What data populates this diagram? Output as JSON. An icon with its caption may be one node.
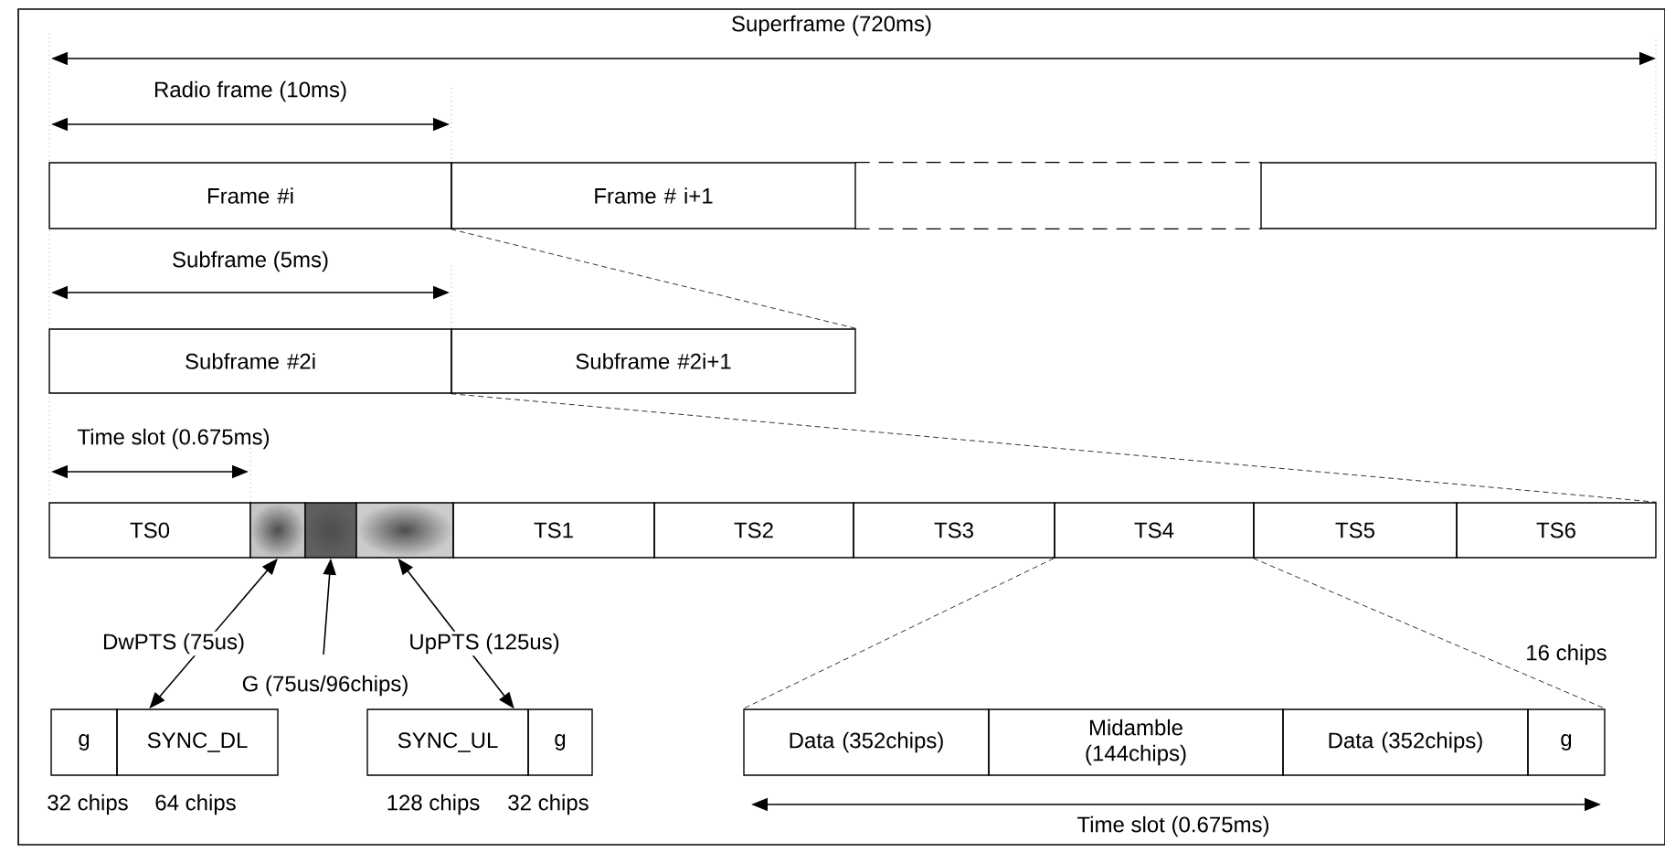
{
  "diagram": {
    "nodes": [
      {
        "text": [
          "Frame #i"
        ]
      },
      {
        "text": [
          "Frame # i+1"
        ]
      },
      {
        "text": [],
        "shape": "box"
      },
      {
        "text": [],
        "shape": "box"
      },
      {
        "text": [
          "Subframe #2i"
        ]
      },
      {
        "text": [
          "Subframe #2i+1"
        ]
      },
      {
        "text": [
          "TS0"
        ]
      },
      {
        "text": [],
        "shape": "box"
      },
      {
        "text": [],
        "shape": "box"
      },
      {
        "text": [],
        "shape": "box"
      },
      {
        "text": [
          "TS1"
        ]
      },
      {
        "text": [
          "TS2"
        ]
      },
      {
        "text": [
          "TS3"
        ]
      },
      {
        "text": [
          "TS4"
        ]
      },
      {
        "text": [
          "TS5"
        ]
      },
      {
        "text": [
          "TS6"
        ]
      },
      {
        "text": [
          "g"
        ]
      },
      {
        "text": [
          "SYNC_DL"
        ]
      },
      {
        "text": [
          "SYNC_UL"
        ]
      },
      {
        "text": [
          "g"
        ]
      },
      {
        "text": [
          "Data (352chips)"
        ]
      },
      {
        "text": [
          "Midamble (144chips)"
        ]
      },
      {
        "text": [
          "Data (352chips)"
        ]
      },
      {
        "text": [
          "g"
        ]
      }
    ],
    "edges": [
      {
        "from": 7,
        "to": 17,
        "arrow": "both",
        "label": "DwPTS (75us)"
      },
      {
        "from": null,
        "to": 8,
        "arrow": "to",
        "label": "G (75us/96chips)"
      },
      {
        "from": 9,
        "to": 18,
        "arrow": "both",
        "label": "UpPTS (125us)"
      },
      {
        "from": 1,
        "to": 5,
        "arrow": "none",
        "style": "dashed"
      },
      {
        "from": 5,
        "to": 15,
        "arrow": "none",
        "style": "dashed"
      },
      {
        "from": 13,
        "to": 20,
        "arrow": "none",
        "style": "dashed"
      },
      {
        "from": 14,
        "to": 23,
        "arrow": "none",
        "style": "dashed",
        "label": "16 chips"
      }
    ],
    "labels": [
      "Superframe (720ms)",
      "Radio frame (10ms)",
      "Subframe (5ms)",
      "Time slot (0.675ms)",
      "32 chips",
      "64 chips",
      "128 chips",
      "32 chips",
      "Time slot (0.675ms)"
    ]
  }
}
